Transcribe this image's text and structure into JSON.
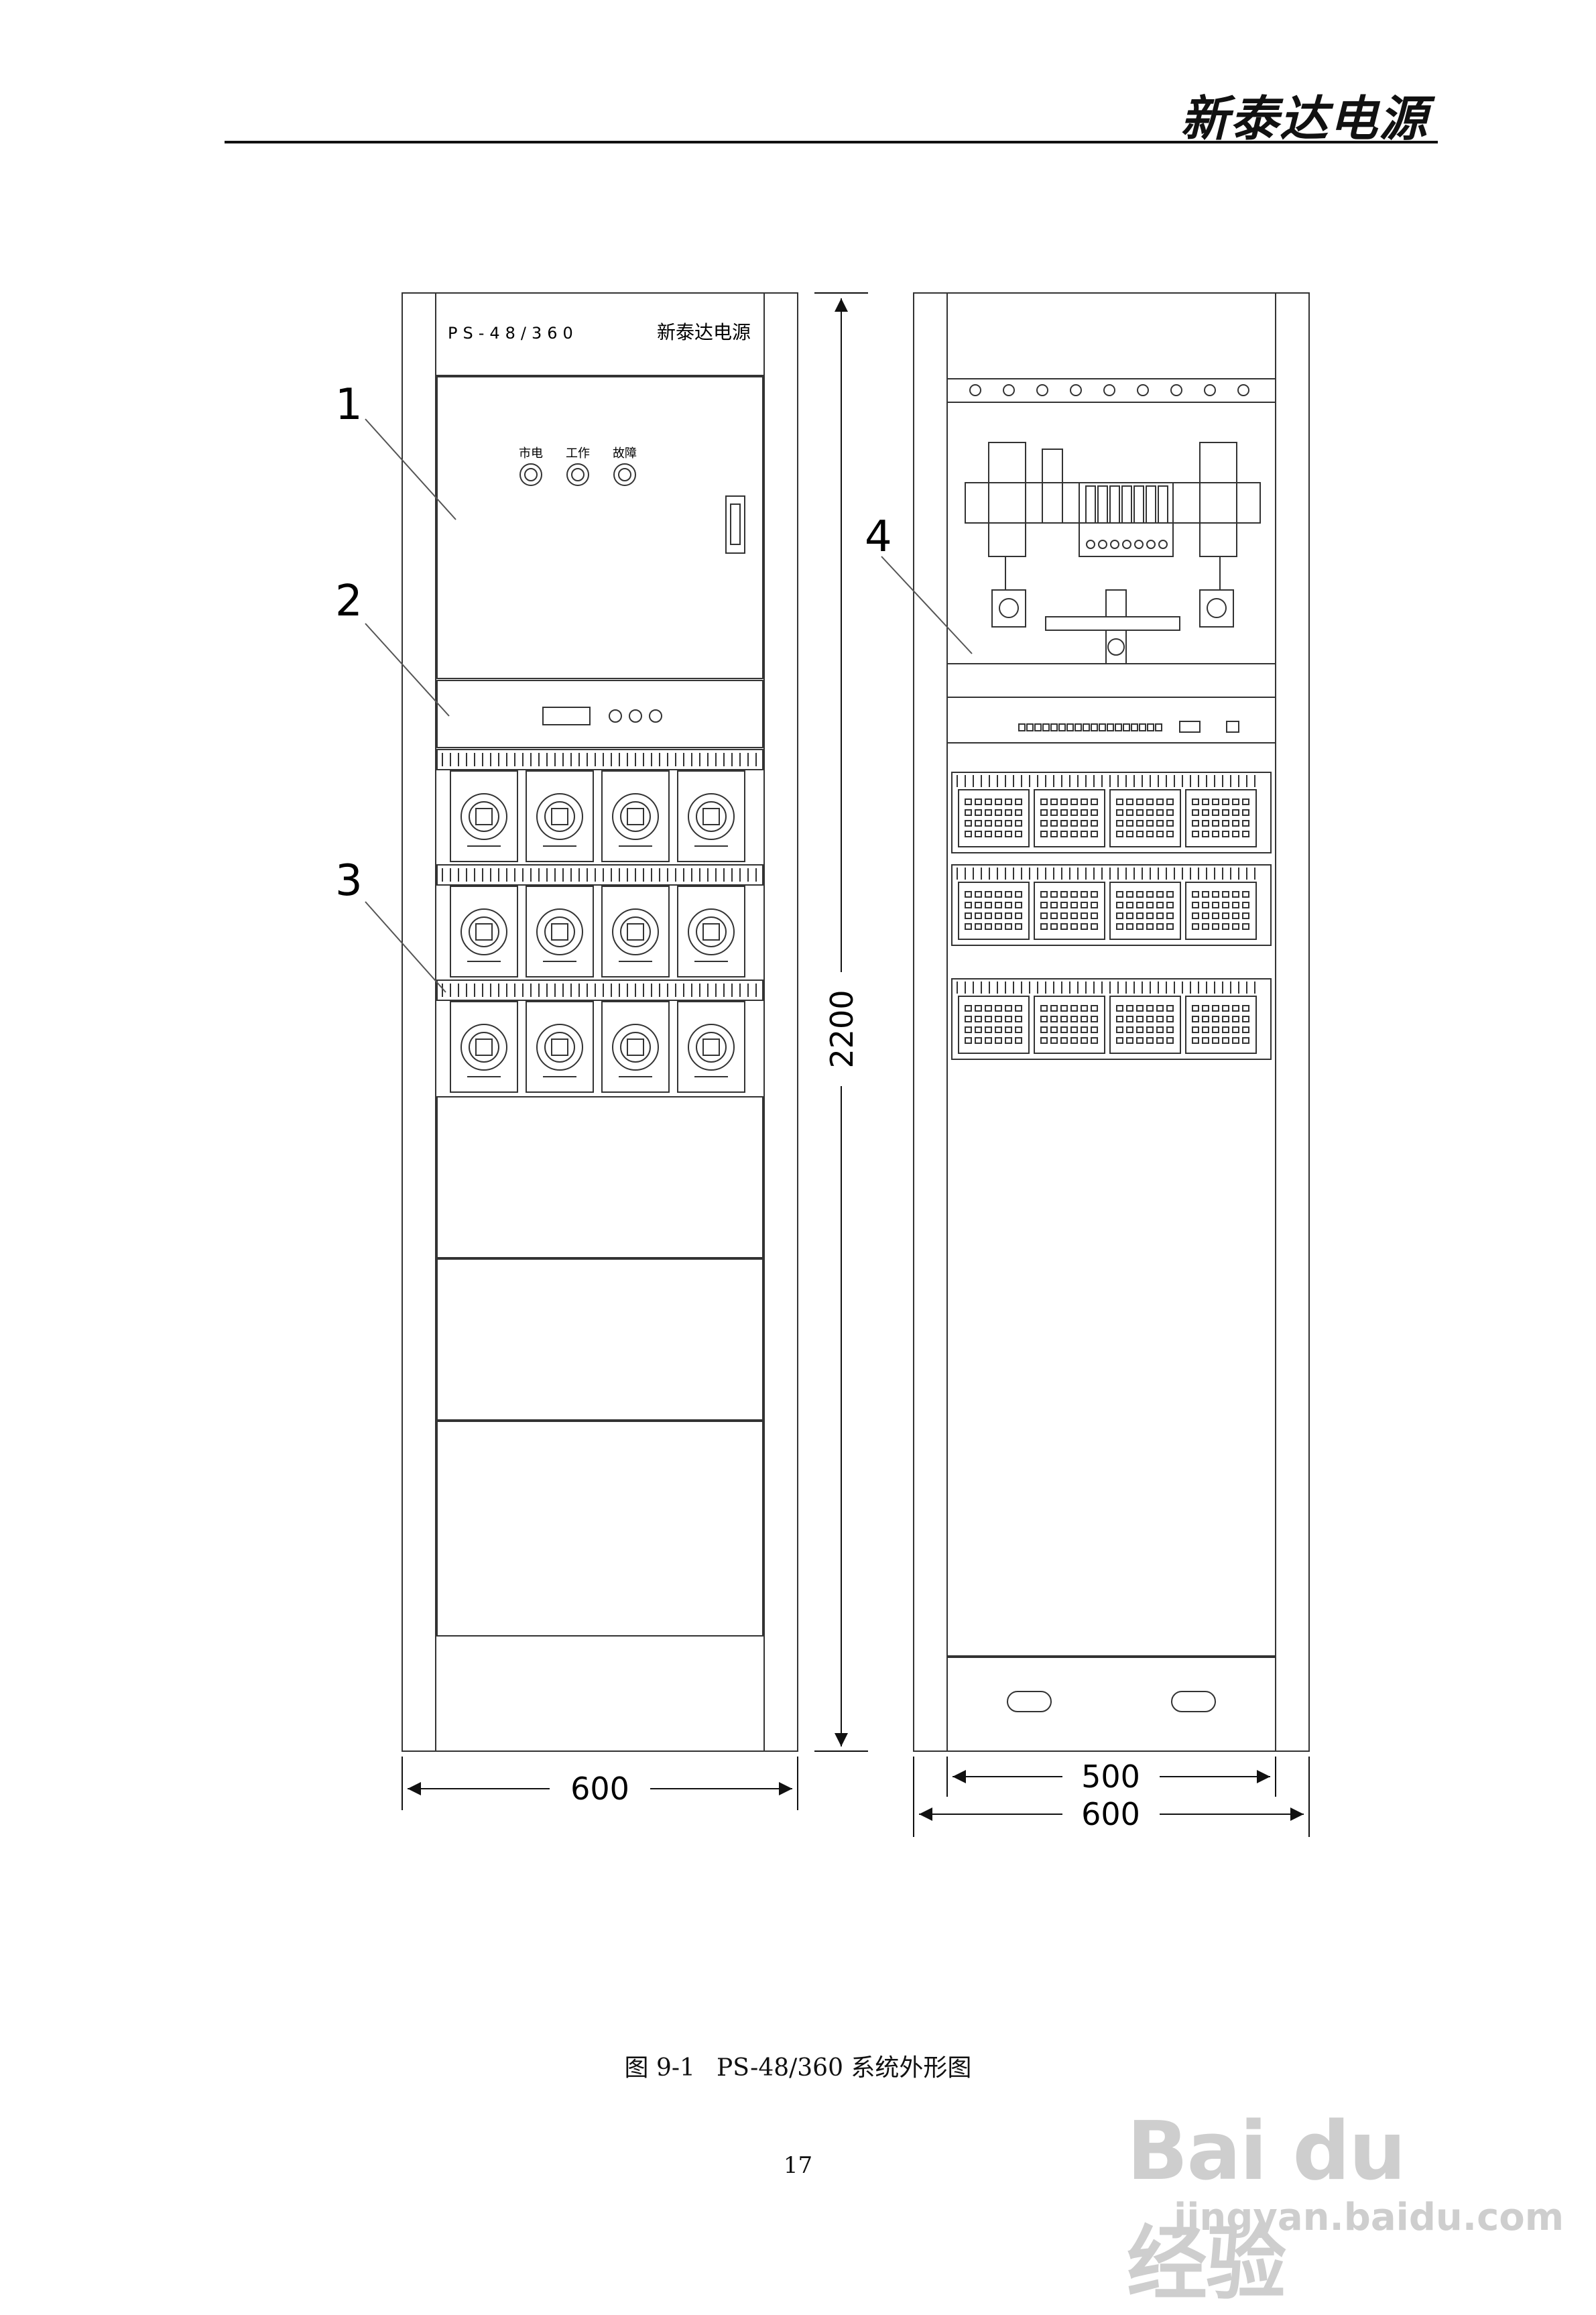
{
  "header": {
    "brand": "新泰达电源"
  },
  "front": {
    "model": "PS-48/360",
    "brand": "新泰达电源",
    "indicators": [
      "市电",
      "工作",
      "故障"
    ]
  },
  "callouts": [
    "1",
    "2",
    "3",
    "4"
  ],
  "dimensions": {
    "height": "2200",
    "front_width": "600",
    "rear_inner_width": "500",
    "rear_width": "600"
  },
  "caption": {
    "label": "图 9-1",
    "title": "PS-48/360 系统外形图"
  },
  "page_number": "17",
  "watermark": {
    "main": "Bai du 经验",
    "sub": "jingyan.baidu.com"
  }
}
